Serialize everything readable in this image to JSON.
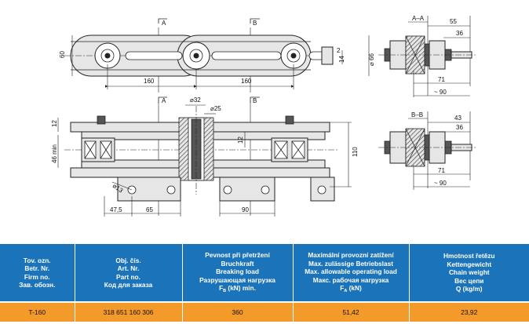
{
  "drawing": {
    "top_view": {
      "section_a_label": "A",
      "section_b_label": "B",
      "height_label": "60",
      "pitch_left_label": "160",
      "pitch_right_label": "160",
      "thickness_label": "2",
      "small_label": "14"
    },
    "section_aa": {
      "title": "A–A",
      "dim_55": "55",
      "dim_36": "36",
      "dim_diameter": "⌀ 66",
      "dim_71": "71",
      "dim_90": "~ 90"
    },
    "side_view": {
      "section_a_label": "A",
      "section_b_label": "B",
      "dim_d32": "⌀32",
      "dim_d25": "⌀25",
      "dim_12_left": "12",
      "dim_46min": "46 min",
      "dim_12_mid": "12",
      "dim_110": "110",
      "dim_d13": "⌀13",
      "dim_47_5": "47,5",
      "dim_65": "65",
      "dim_90": "90"
    },
    "section_bb": {
      "title": "B–B",
      "dim_43": "43",
      "dim_36": "36",
      "dim_71": "71",
      "dim_90": "~ 90"
    }
  },
  "table": {
    "headers": [
      [
        "Tov. ozn.",
        "Betr. Nr.",
        "Firm no.",
        "Зав. обозн."
      ],
      [
        "Obj. čís.",
        "Art. Nr.",
        "Part no.",
        "Код для заказа"
      ],
      [
        "Pevnost při přetržení",
        "Bruchkraft",
        "Breaking load",
        "Разрушающая нагрузка"
      ],
      [
        "Maximální provozní zatížení",
        "Max. zulässige Betriebslast",
        "Max. allowable operating load",
        "Макс. рабочая нагрузка"
      ],
      [
        "Hmotnost řetězu",
        "Kettengewicht",
        "Chain weight",
        "Вес цепи",
        "Q (kg/m)"
      ]
    ],
    "header3_last": {
      "pre": "F",
      "sub": "B",
      "post": " (kN) min."
    },
    "header4_last": {
      "pre": "F",
      "sub": "A",
      "post": " (kN)"
    },
    "row": {
      "firm_no": "T-160",
      "part_no": "318 651 160 306",
      "breaking_load": "360",
      "operating_load": "51,42",
      "weight": "23,92"
    }
  },
  "colors": {
    "header_bg": "#1b74b9",
    "row_bg": "#f39a2a"
  }
}
